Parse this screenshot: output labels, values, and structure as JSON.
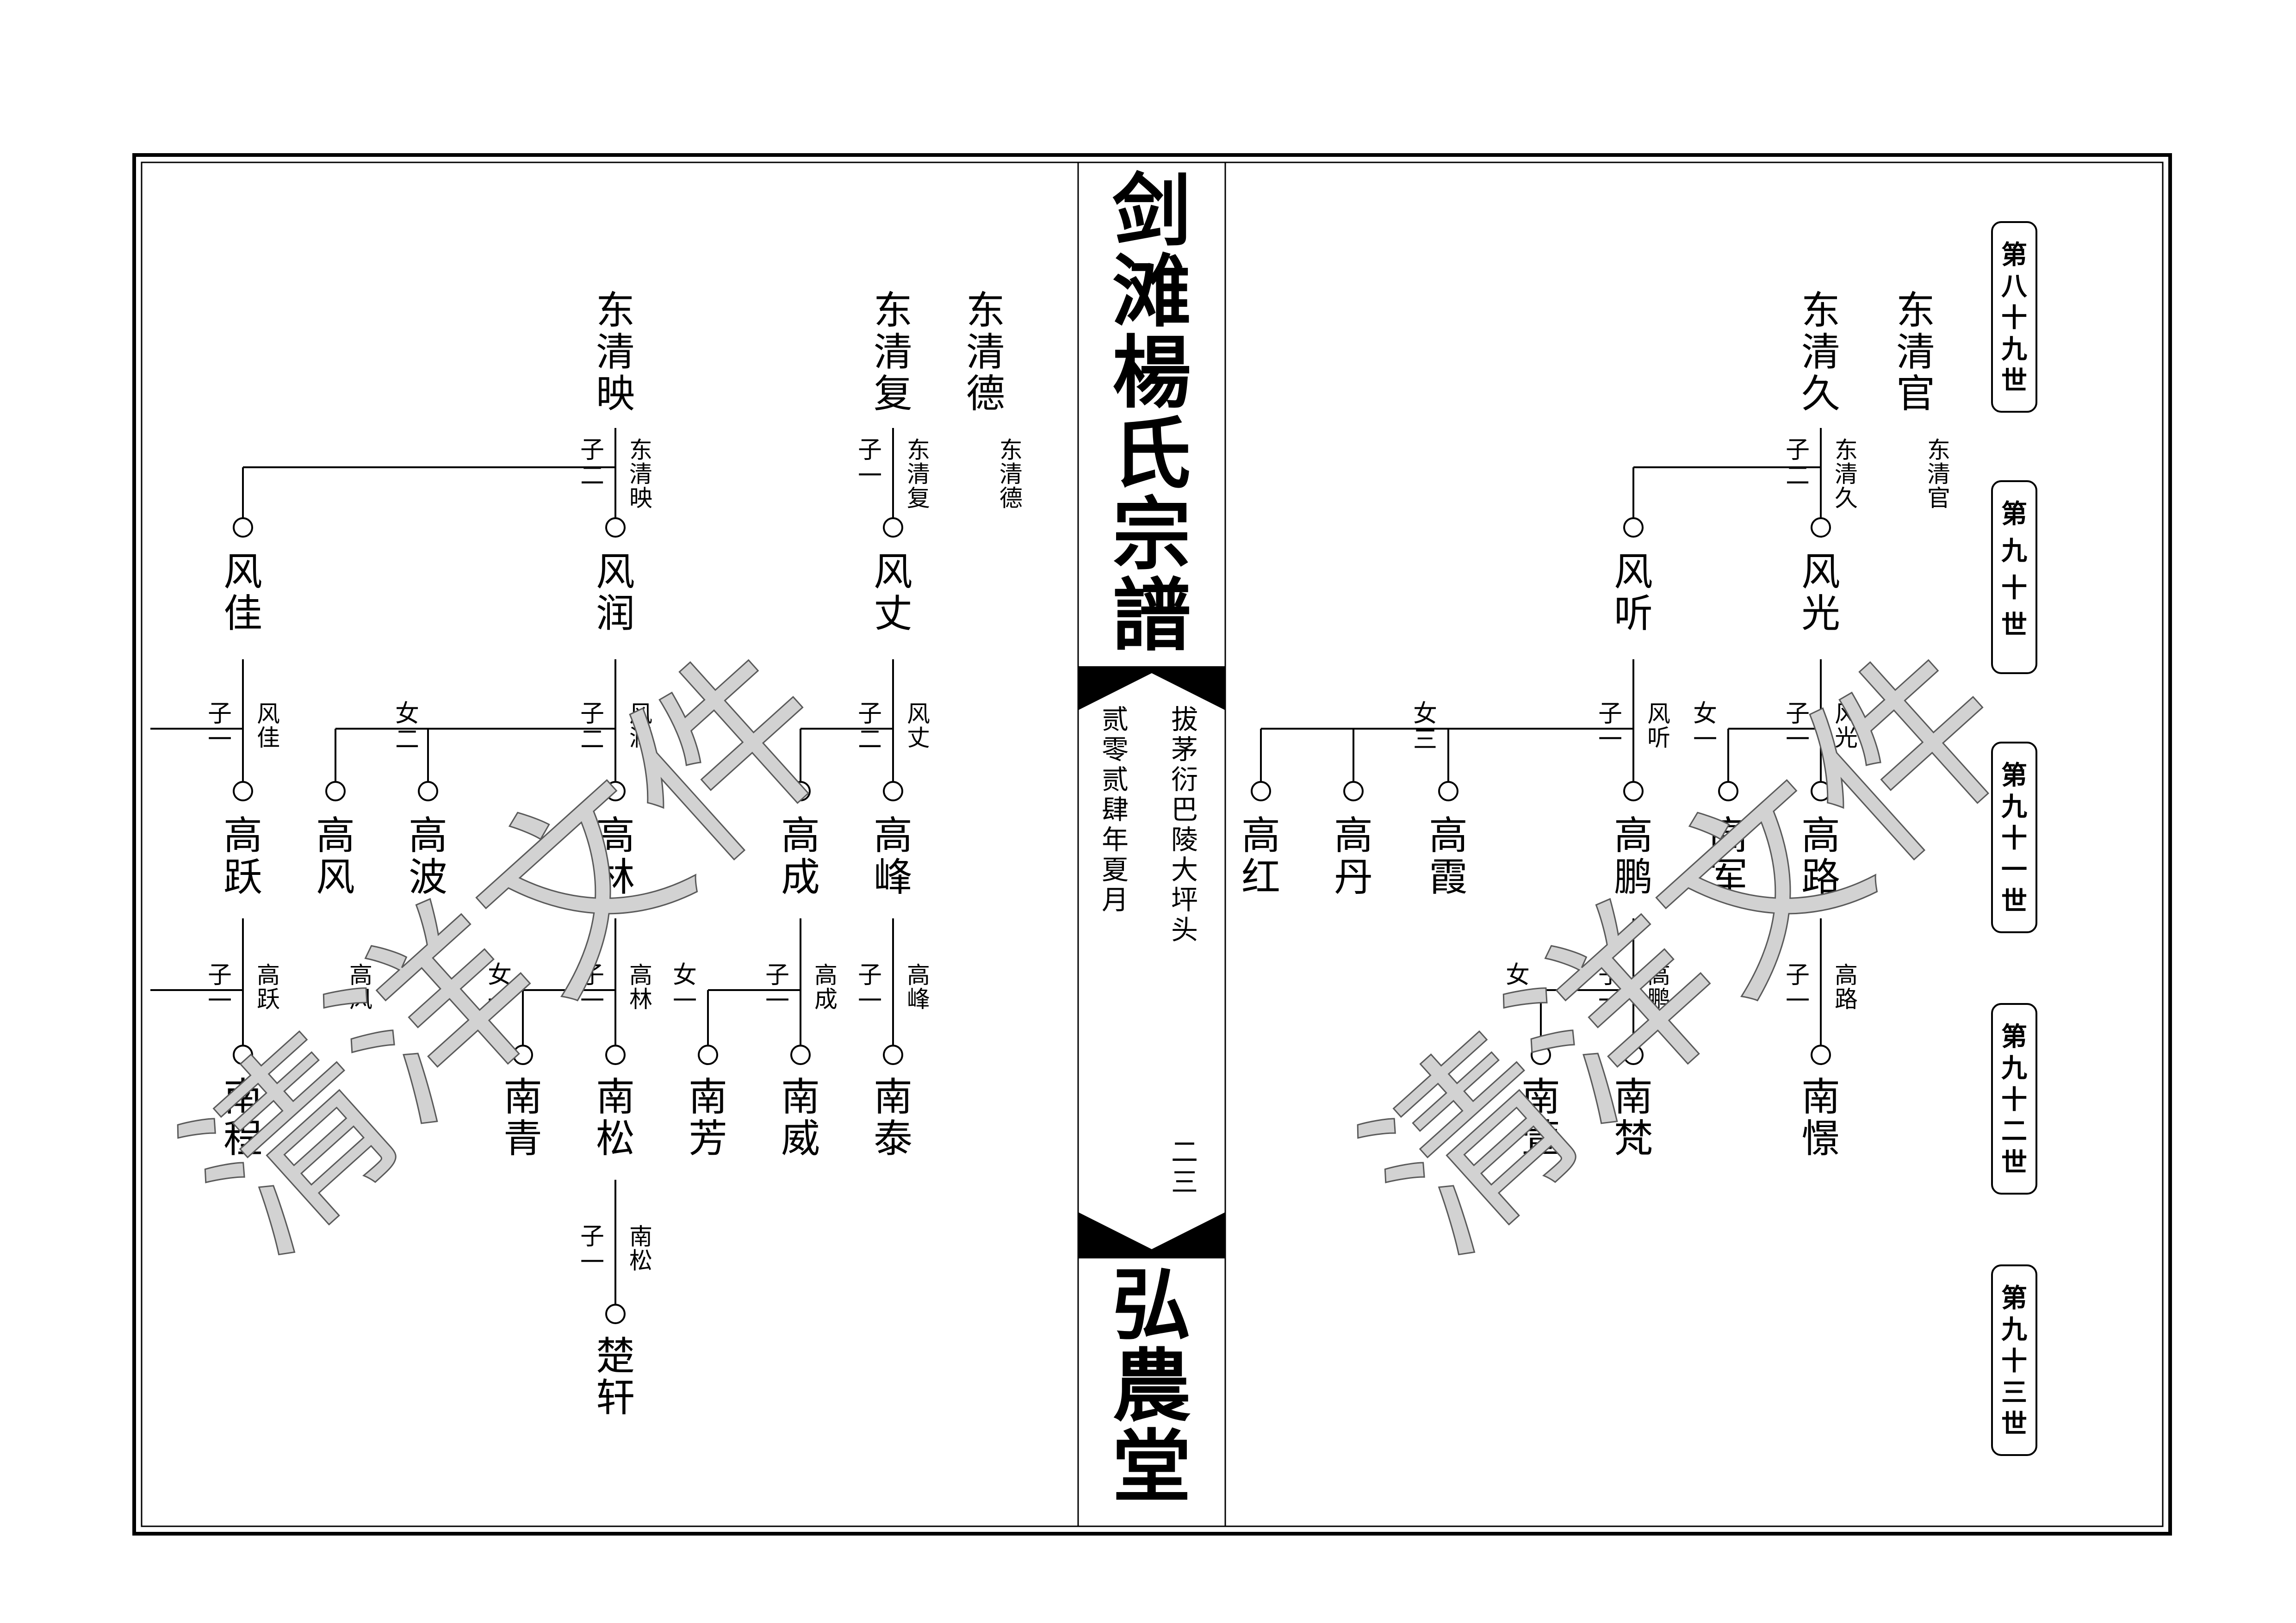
{
  "header": {
    "title_top": [
      "剑",
      "滩",
      "楊",
      "氏",
      "宗",
      "譜"
    ],
    "title_bottom": [
      "弘",
      "農",
      "堂"
    ],
    "place": "拔茅衍巴陵大坪头",
    "date": "贰零贰肆年夏月",
    "page": "二三"
  },
  "generations": [
    "第八十九世",
    "第九十世",
    "第九十一世",
    "第九十二世",
    "第九十三世"
  ],
  "watermark": "清洋文件",
  "people": {
    "l1": "东清德",
    "l2": "东清复",
    "l3": "东清映",
    "l4": "风丈",
    "l5": "风润",
    "l6": "风佳",
    "l7": "高峰",
    "l8": "高成",
    "l9": "高林",
    "l10": "高波",
    "l11": "高风",
    "l12": "高跃",
    "l13": "南泰",
    "l14": "南威",
    "l15": "南芳",
    "l16": "南松",
    "l17": "南青",
    "l18": "南程",
    "l19": "楚轩",
    "r1": "东清官",
    "r2": "东清久",
    "r3": "风光",
    "r4": "风听",
    "r5": "高路",
    "r6": "高军",
    "r7": "高鹏",
    "r8": "高霞",
    "r9": "高丹",
    "r10": "高红",
    "r11": "南憬",
    "r12": "南梵",
    "r13": "南萱"
  },
  "relations": {
    "c1": "子一",
    "c2": "子二",
    "c3": "子二",
    "c4": "子二",
    "c5": "女二",
    "c6": "子一",
    "c7": "子一",
    "c8": "子一",
    "c9": "女一",
    "c10": "子一",
    "c11": "女一",
    "c12": "子一",
    "c13": "子一",
    "rc1": "子二",
    "rc2": "子一",
    "rc3": "女一",
    "rc4": "子一",
    "rc5": "女三",
    "rc6": "子一",
    "rc7": "子一",
    "rc8": "女一"
  },
  "parent_tags": {
    "p1": "东清德",
    "p2": "东清复",
    "p3": "东清映",
    "p4": "风丈",
    "p5": "风润",
    "p6": "风佳",
    "p7": "高峰",
    "p8": "高成",
    "p9": "高林",
    "p10": "高风",
    "p11": "高跃",
    "p12": "南松",
    "rp1": "东清官",
    "rp2": "东清久",
    "rp3": "风光",
    "rp4": "风听",
    "rp5": "高路",
    "rp6": "高鹏"
  }
}
